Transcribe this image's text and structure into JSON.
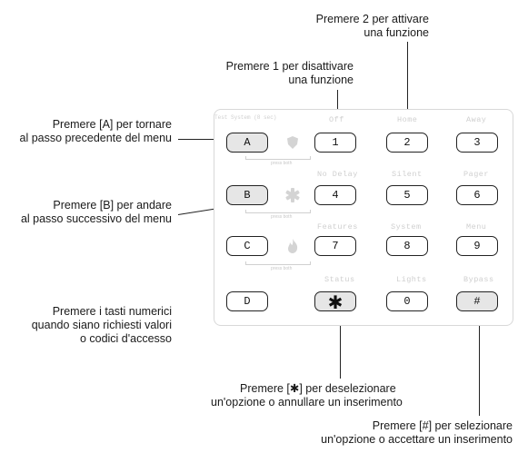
{
  "annotations": {
    "press2": [
      "Premere 2 per attivare",
      "una funzione"
    ],
    "press1": [
      "Premere 1 per disattivare",
      "una funzione"
    ],
    "pressA": [
      "Premere [A] per tornare",
      "al passo precedente del menu"
    ],
    "pressB": [
      "Premere [B] per andare",
      "al passo successivo del menu"
    ],
    "numeric": [
      "Premere i tasti numerici",
      "quando siano richiesti valori",
      "o codici d'accesso"
    ],
    "pressStar": [
      "Premere [✱] per deselezionare",
      "un'opzione o annullare un inserimento"
    ],
    "pressHash": [
      "Premere [#] per selezionare",
      "un'opzione o accettare un inserimento"
    ]
  },
  "keys": {
    "a": "A",
    "b": "B",
    "c": "C",
    "d": "D",
    "k1": "1",
    "k2": "2",
    "k3": "3",
    "k4": "4",
    "k5": "5",
    "k6": "6",
    "k7": "7",
    "k8": "8",
    "k9": "9",
    "star": "✱",
    "k0": "0",
    "hash": "#"
  },
  "faint_labels": {
    "topleft": "Test System (8 sec)",
    "off": "Off",
    "home": "Home",
    "away": "Away",
    "nodelay": "No Delay",
    "silent": "Silent",
    "pager": "Pager",
    "features": "Features",
    "system": "System",
    "menu": "Menu",
    "status": "Status",
    "lights": "Lights",
    "bypass": "Bypass",
    "press_both": "press both"
  },
  "icons": [
    "shield-icon",
    "medical-icon",
    "fire-icon"
  ]
}
